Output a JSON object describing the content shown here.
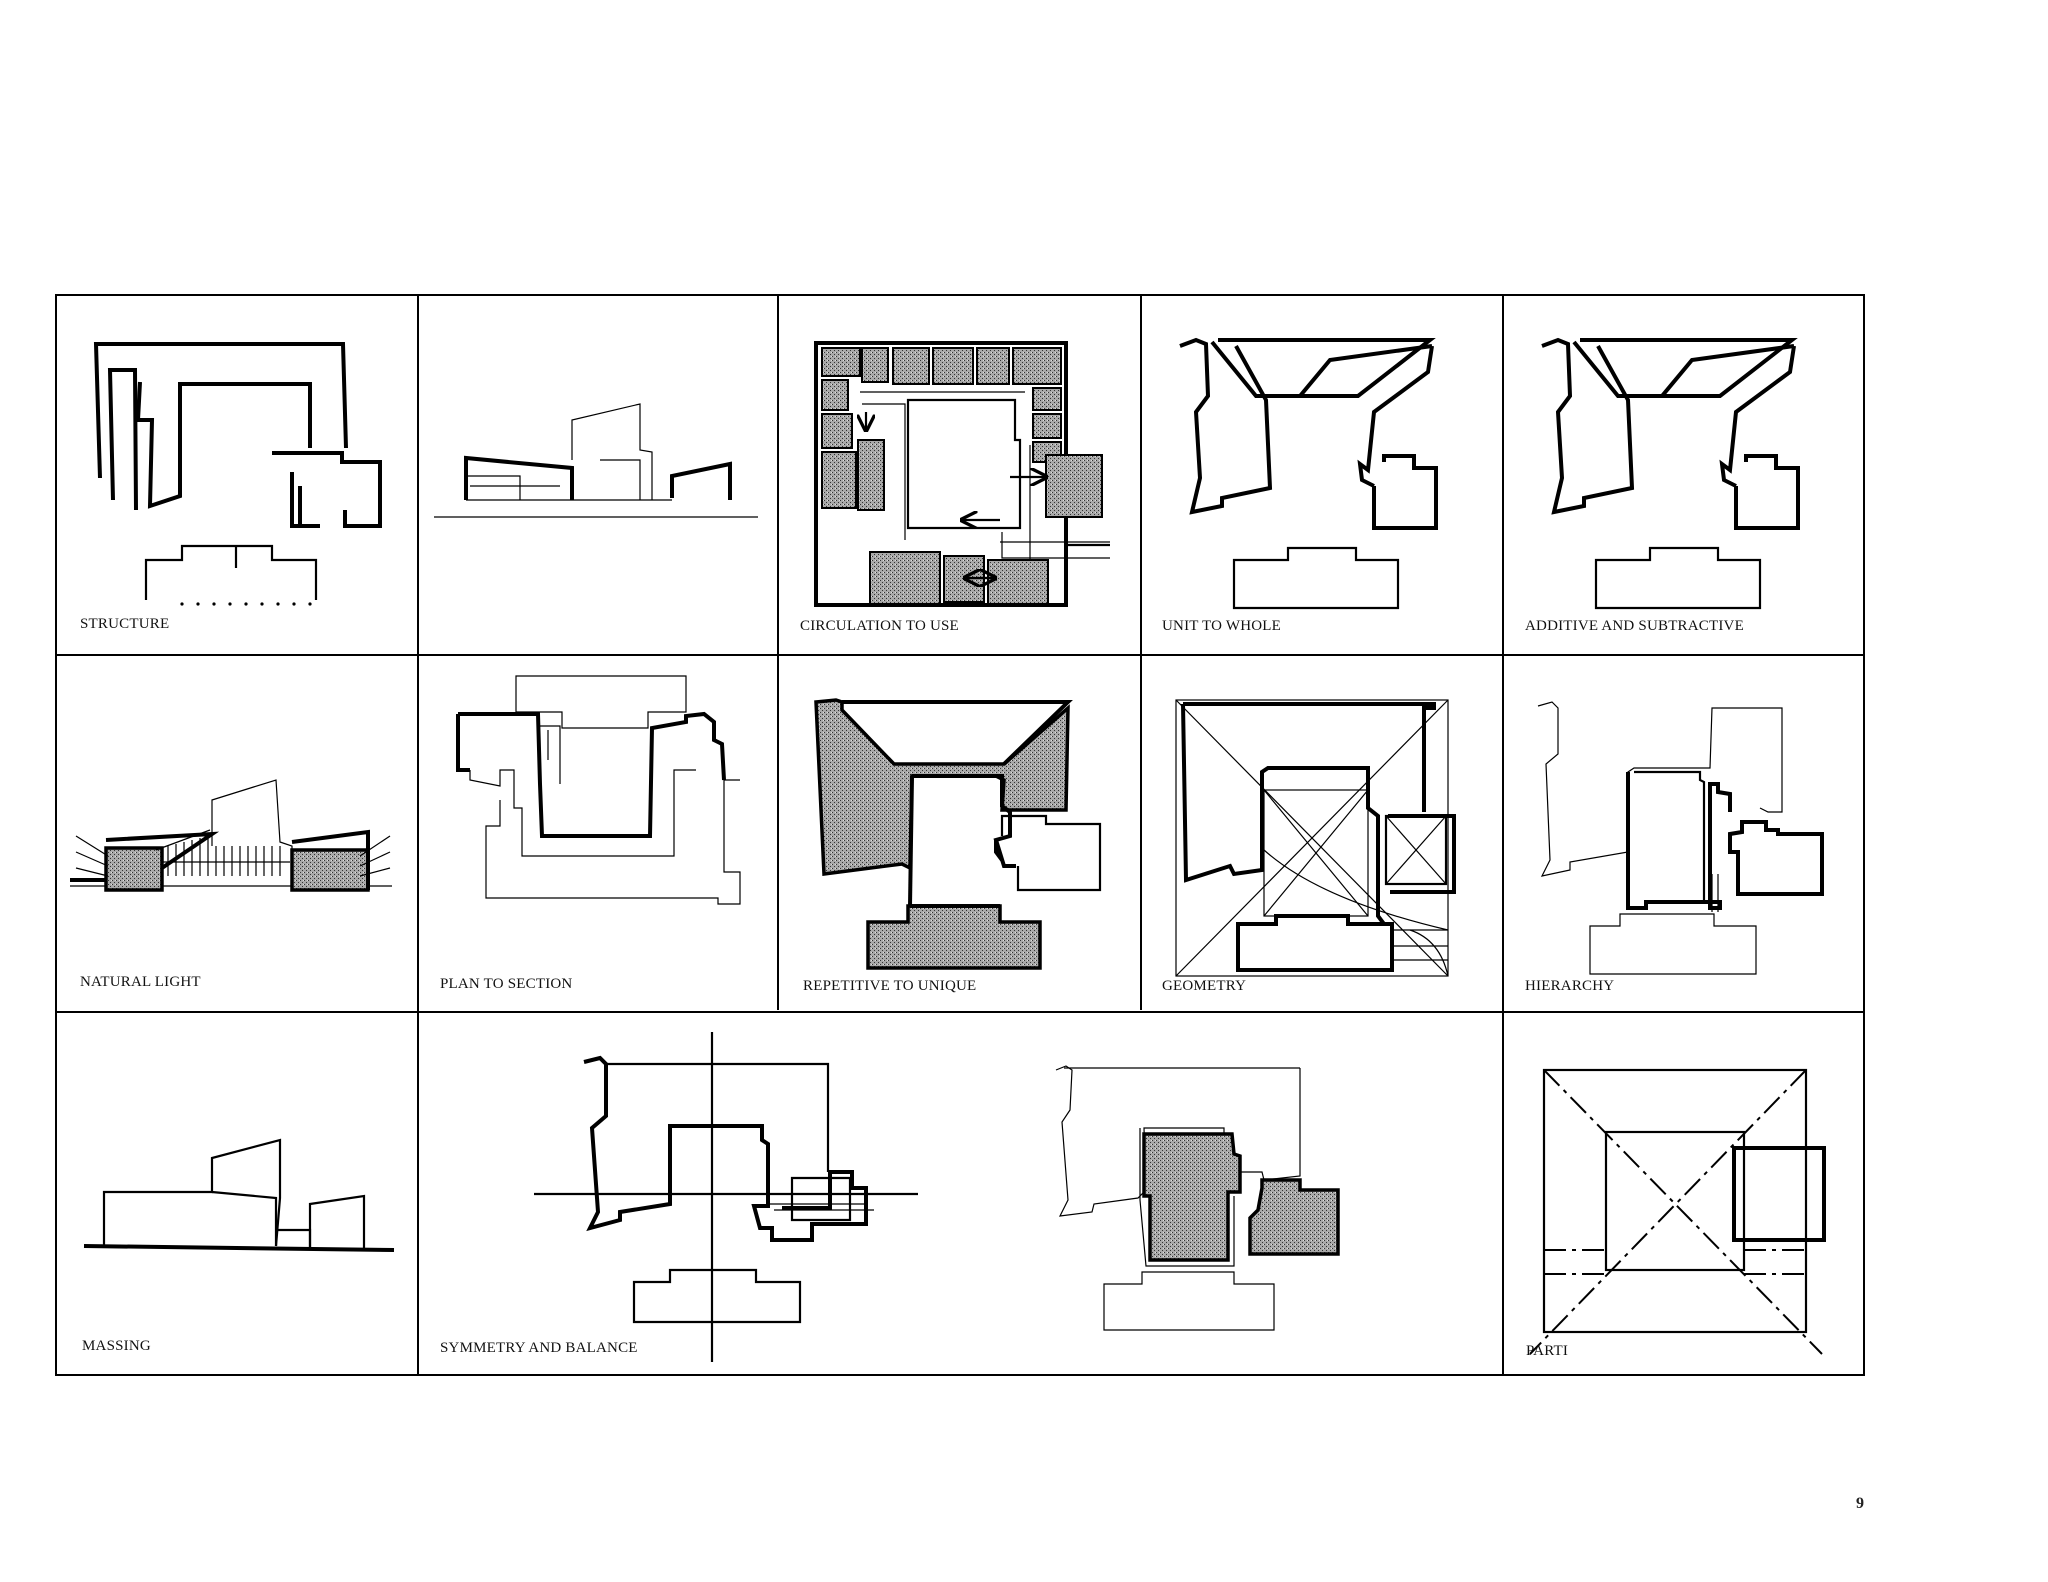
{
  "labels": {
    "structure": "STRUCTURE",
    "circulation": "CIRCULATION TO USE",
    "unit_to_whole": "UNIT TO WHOLE",
    "additive": "ADDITIVE AND SUBTRACTIVE",
    "natural_light": "NATURAL LIGHT",
    "plan_to_section": "PLAN TO SECTION",
    "repetitive": "REPETITIVE TO UNIQUE",
    "geometry": "GEOMETRY",
    "hierarchy": "HIERARCHY",
    "massing": "MASSING",
    "symmetry": "SYMMETRY AND BALANCE",
    "parti": "PARTI"
  },
  "page_number": "9",
  "colors": {
    "ink": "#000000",
    "paper": "#ffffff",
    "stipple": "#8a8a8a"
  }
}
